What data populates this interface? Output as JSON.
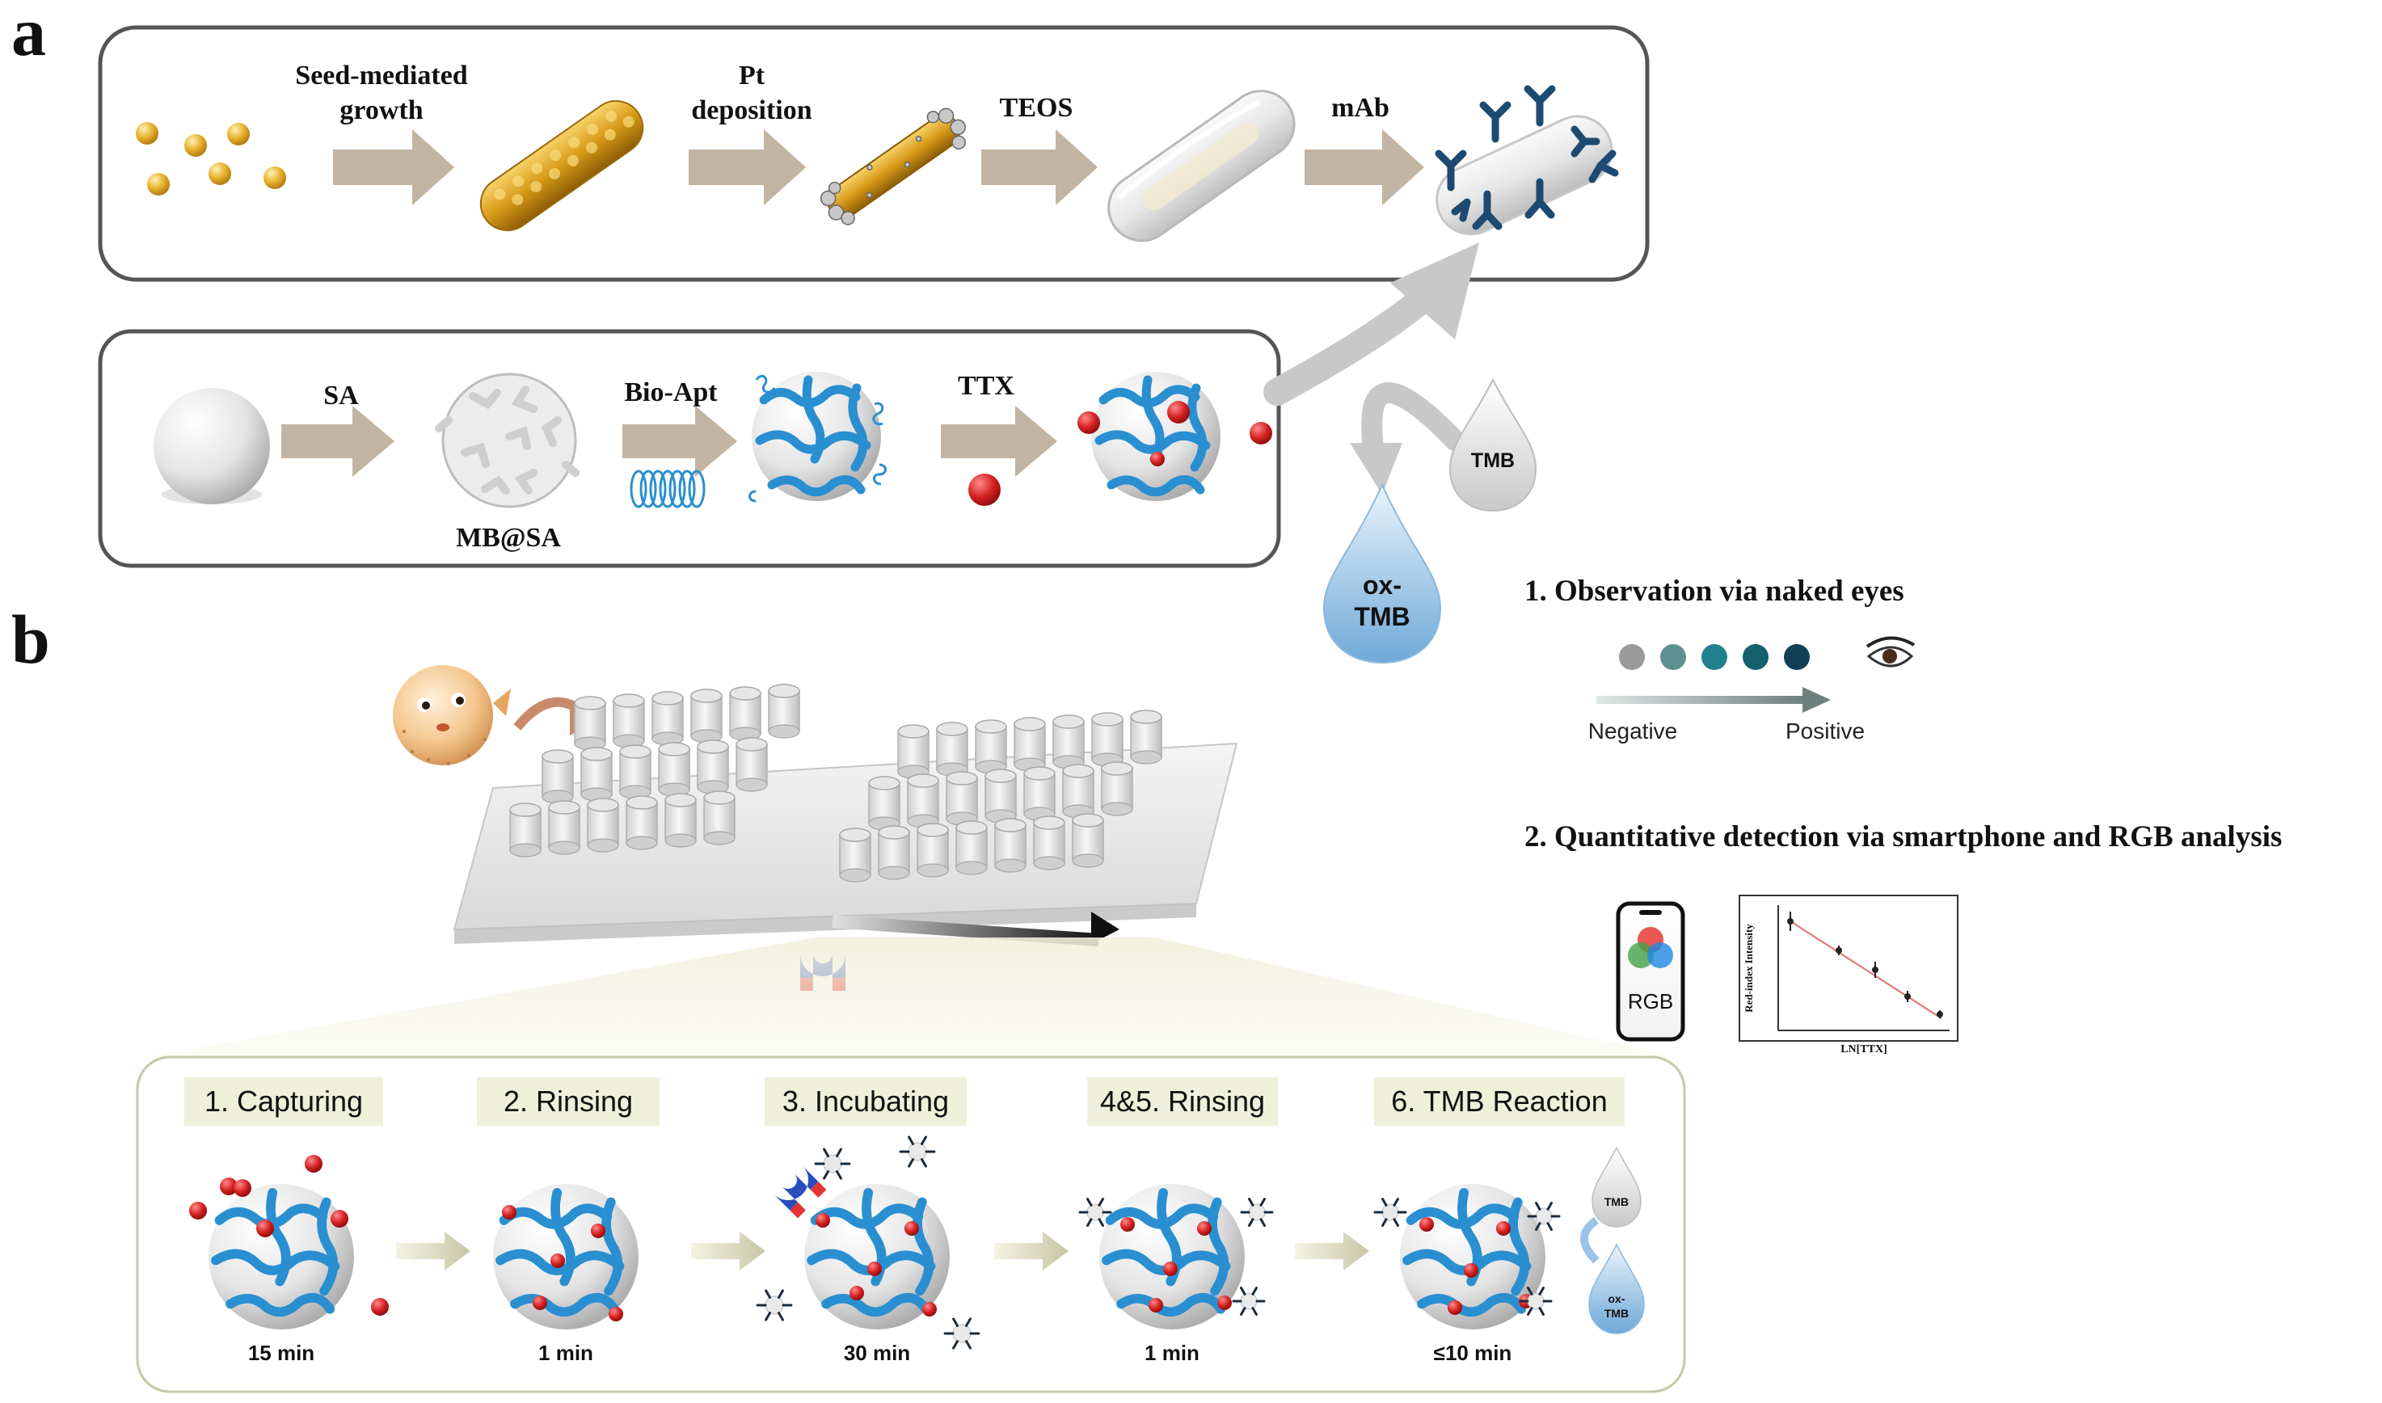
{
  "panels": {
    "a": {
      "label": "a",
      "row1_steps": [
        {
          "line1": "Seed-mediated",
          "line2": "growth"
        },
        {
          "line1": "Pt",
          "line2": "deposition"
        },
        {
          "line1": "TEOS",
          "line2": ""
        },
        {
          "line1": "mAb",
          "line2": ""
        }
      ],
      "row2_steps": [
        {
          "label": "SA"
        },
        {
          "label": "Bio-Apt"
        },
        {
          "label": "TTX"
        }
      ],
      "mb_sa_label": "MB@SA",
      "tmb_drop": "TMB",
      "oxtmb_drop": {
        "line1": "ox-",
        "line2": "TMB"
      }
    },
    "b": {
      "label": "b",
      "steps": [
        {
          "title": "1. Capturing",
          "time": "15 min"
        },
        {
          "title": "2. Rinsing",
          "time": "1 min"
        },
        {
          "title": "3. Incubating",
          "time": "30 min"
        },
        {
          "title": "4&5. Rinsing",
          "time": "1 min"
        },
        {
          "title": "6. TMB Reaction",
          "time": "≤10 min"
        }
      ],
      "small_tmb": "TMB",
      "small_oxtmb": {
        "line1": "ox-",
        "line2": "TMB"
      }
    }
  },
  "observation": {
    "title": "1. Observation via naked eyes",
    "dot_colors": [
      "#9a9a9a",
      "#5f8f92",
      "#21808d",
      "#14606f",
      "#123e56"
    ],
    "negative": "Negative",
    "positive": "Positive"
  },
  "quantitative": {
    "title": "2. Quantitative detection via smartphone and  RGB analysis",
    "phone_label": "RGB",
    "plot": {
      "xlabel": "LN[TTX]",
      "ylabel": "Red-index Intensity"
    }
  },
  "colors": {
    "apt_blue": "#2a8fd0",
    "ttx_red": "#d31f1f",
    "arrow_tan": "#c2b4a3",
    "gold": "#e3aa25",
    "antibody": "#1c4a72",
    "fit_line": "#e07070"
  }
}
